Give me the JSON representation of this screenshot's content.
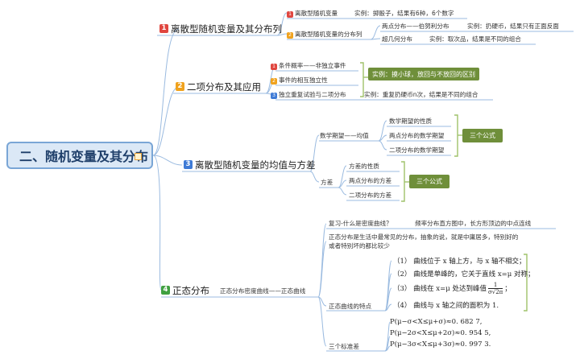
{
  "root": {
    "title": "二、随机变量及其分布"
  },
  "badges": {
    "b1": "1",
    "b2": "2",
    "b3": "3",
    "b4": "4"
  },
  "branches": {
    "b1": "离散型随机变量及其分布列",
    "b2": "二项分布及其应用",
    "b3": "离散型随机变量的均值与方差",
    "b4": "正态分布"
  },
  "b1": {
    "s1": "离散型随机变量",
    "s1_ex": "实例：掷骰子，结果有6种，6个数字",
    "s2": "离散型随机变量的分布列",
    "s2a": "两点分布——伯努利分布",
    "s2a_ex": "实例：扔硬币，结果只有正面反面",
    "s2b": "超几何分布",
    "s2b_ex": "实例：取次品，结果是不同的组合"
  },
  "b2": {
    "s1": "条件概率——非独立事件",
    "s2": "事件的相互独立性",
    "box": "实例：摸小球，放回与不放回的区别",
    "s3": "独立重复试验与二项分布",
    "s3_ex": "实例：重复扔硬币n次，结果是不同的组合"
  },
  "b3": {
    "mean": "数学期望——均值",
    "m1": "数学期望的性质",
    "m2": "两点分布的数学期望",
    "m3": "二项分布的数学期望",
    "mbox": "三个公式",
    "var": "方差",
    "v1": "方差的性质",
    "v2": "两点分布的方差",
    "v3": "二项分布的方差",
    "vbox": "三个公式"
  },
  "b4": {
    "stem": "正态分布密度曲线——正态曲线",
    "q1": "复习-什么是密度曲线？",
    "q1_ex": "频率分布直方图中，长方形顶边的中点连线",
    "desc": "正态分布是生活中最常见的分布，抽象的说，就是中庸居多，特别好的或者特别坏的都比较少",
    "feat": "正态曲线的特点",
    "f1": "（1）  曲线位于 x 轴上方，与 x 轴不相交；",
    "f2": "（2）  曲线是单峰的，它关于直线 x=μ 对称；",
    "f3a": "（3）  曲线在 x=μ 处达到峰值",
    "f3n": "1",
    "f3d": "σ√2π",
    "f3b": "；",
    "f4": "（4）  曲线与 x 轴之间的面积为 1.",
    "three": "三个标准差",
    "p1": "P(μ−σ<X≤μ+σ)≈0. 682 7,",
    "p2": "P(μ−2σ<X≤μ+2σ)≈0. 954 5,",
    "p3": "P(μ−3σ<X≤μ+3σ)≈0. 997 3."
  },
  "colors": {
    "link": "#9bbbe0",
    "green_box": "#6f8f3a",
    "root_border": "#7aa6d6"
  }
}
